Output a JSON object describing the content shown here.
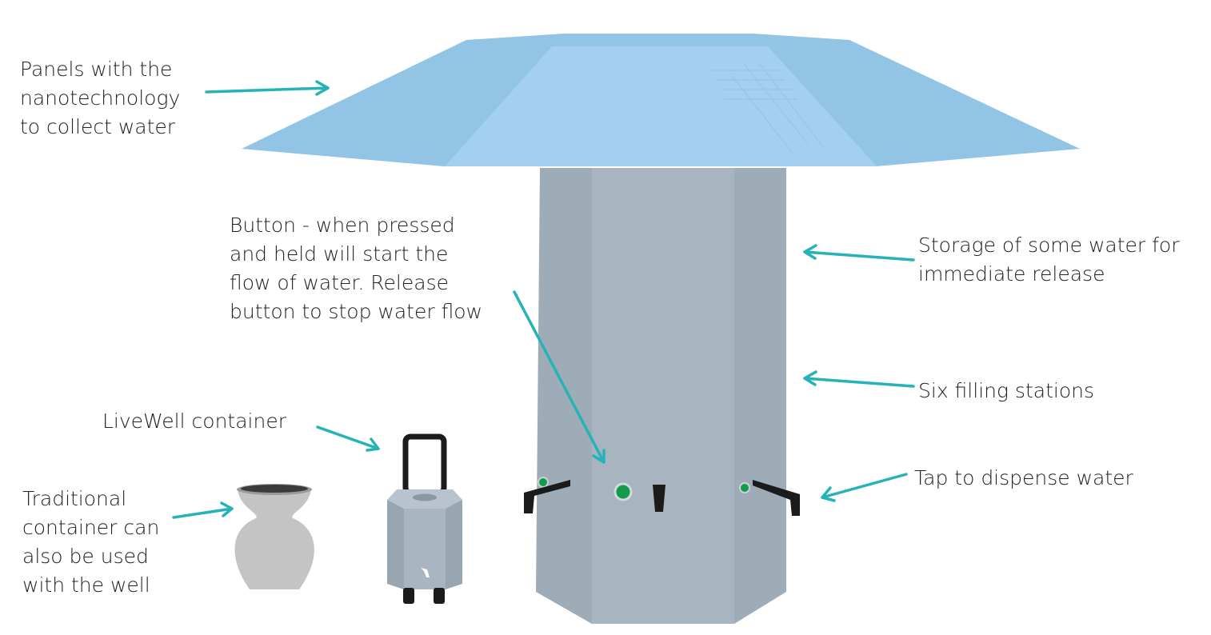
{
  "colors": {
    "roof_outer": "#92c4e6",
    "roof_top": "#a3d0f2",
    "column_side": "#9eacb7",
    "column_front": "#a7b4c0",
    "arrow": "#26b3b8",
    "button_green": "#139b4c",
    "tap": "#1b1b1b",
    "pot": "#c4c4c4",
    "pot_rim": "#3b3b3b",
    "container": "#a7b4c0"
  },
  "labels": {
    "panels": "Panels with the\nnanotechnology\nto collect water",
    "button": "Button - when pressed\nand held will start the\nflow of water. Release\nbutton to stop water flow",
    "storage": "Storage of some water for\nimmediate release",
    "stations": "Six filling stations",
    "tap": "Tap to dispense water",
    "livewell": "LiveWell container",
    "traditional": "Traditional\ncontainer can\nalso be used\nwith the well"
  }
}
